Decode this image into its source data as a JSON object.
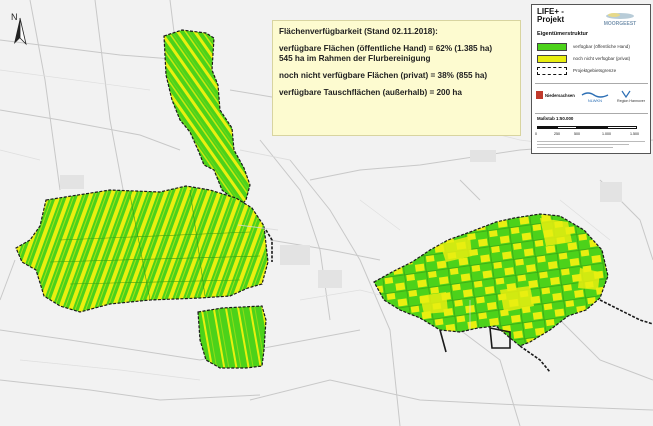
{
  "map": {
    "north_label": "N",
    "colors": {
      "available_public": "#4cd21a",
      "not_available_private": "#e9ef10",
      "project_boundary": "#1a1a1a",
      "basemap": "#f2f2f2",
      "roads": "#c8c8c8"
    }
  },
  "info": {
    "title": "Flächenverfügbarkeit (Stand 02.11.2018):",
    "line1": "verfügbare Flächen (öffentliche Hand) = 62% (1.385 ha)",
    "line2": "545 ha im Rahmen der Flurbereinigung",
    "line3": "noch nicht verfügbare Flächen (privat) = 38% (855 ha)",
    "line4": "verfügbare Tauschflächen (außerhalb) = 200 ha"
  },
  "legend": {
    "title": "LIFE+ - Projekt",
    "logo_text": "MOORGEEST",
    "subtitle": "Eigentümerstruktur",
    "items": [
      {
        "label": "verfügbar (öffentliche Hand)",
        "color": "#4cd21a"
      },
      {
        "label": "noch nicht verfügbar (privat)",
        "color": "#e9ef10"
      },
      {
        "label": "Projektgebietsgrenze",
        "color": "#ffffff"
      }
    ],
    "logos": [
      "Niedersachsen",
      "NLWKN",
      "Region Hannover"
    ],
    "scale_label": "Maßstab 1:50.000",
    "scale_ticks": [
      "0",
      "250",
      "500",
      "1.000",
      "1.500"
    ]
  }
}
